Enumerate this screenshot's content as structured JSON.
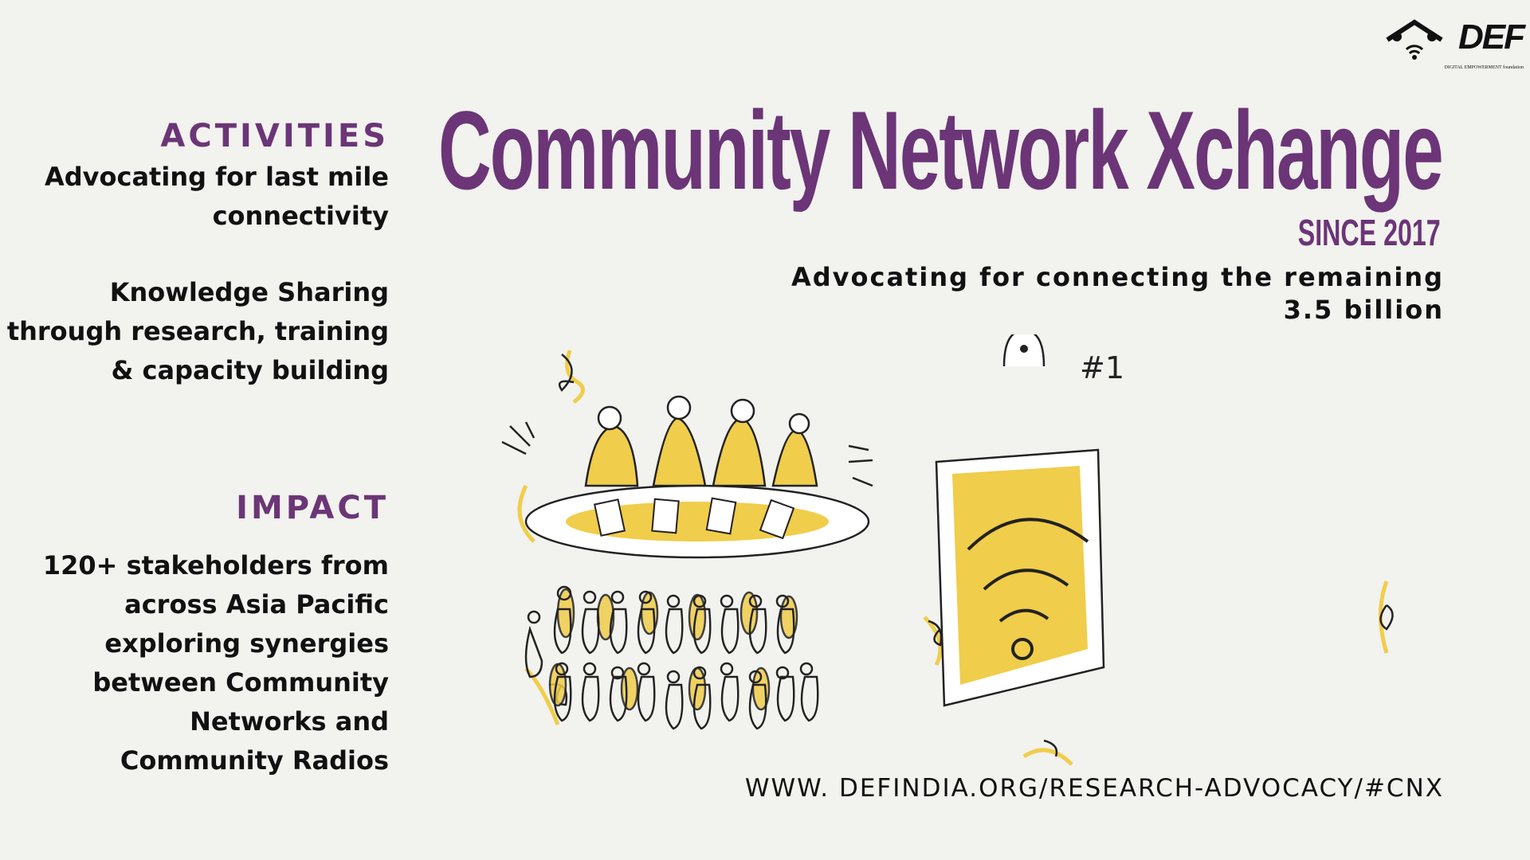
{
  "activities": {
    "heading": "ACTIVITIES",
    "items": [
      [
        "Advocating for last mile",
        "connectivity"
      ],
      [
        "Knowledge Sharing",
        "through research, training",
        "& capacity building"
      ]
    ]
  },
  "impact": {
    "heading": "IMPACT",
    "lines": [
      "120+ stakeholders from",
      "across Asia Pacific",
      "exploring synergies",
      "between Community",
      "Networks and",
      "Community Radios"
    ]
  },
  "title": "Community Network Xchange",
  "since": "SINCE 2017",
  "tagline": [
    "Advocating for connecting the remaining",
    "3.5 billion"
  ],
  "url": "WWW. DEFINDIA.ORG/RESEARCH-ADVOCACY/#CNX",
  "logo": {
    "text": "DEF",
    "subtitle": "DIGITAL EMPOWERMENT foundation"
  },
  "illustration": {
    "mark": "#1"
  },
  "colors": {
    "purple": "#6b3577",
    "yellow": "#f0cd4b",
    "background": "#f2f2ee"
  }
}
